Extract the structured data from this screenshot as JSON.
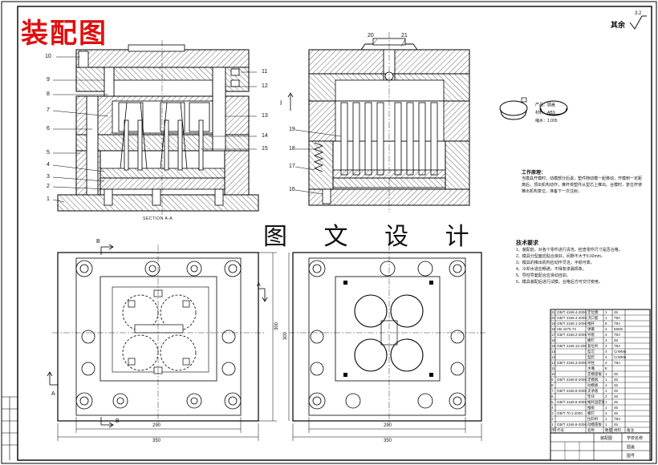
{
  "title_red": "装配图",
  "design_stamp": "图 文 设 计",
  "roughness": {
    "label": "其余",
    "value": "3.2"
  },
  "section_label": "SECTION A-A",
  "part_numbers": [
    "1",
    "2",
    "3",
    "4",
    "5",
    "6",
    "7",
    "8",
    "9",
    "10",
    "11",
    "12",
    "13",
    "14",
    "15",
    "16",
    "17",
    "18",
    "19",
    "20",
    "21"
  ],
  "section_markers": {
    "A": "A",
    "B": "B",
    "I": "I"
  },
  "dimensions": {
    "width_290": "290",
    "width_350": "350",
    "height_300": "300"
  },
  "product_info": [
    {
      "label": "产品：",
      "value": "圆盖"
    },
    {
      "label": "材料：",
      "value": "ABS"
    },
    {
      "label": "缩水：",
      "value": "1.005"
    }
  ],
  "work_principle": {
    "title": "工作原理：",
    "text": "当模具开模时，动模部分后退，塑件随动模一起移动，开模到一定距离后，顶出机构动作，推杆将塑件从型芯上推出。合模时，复位杆使推出机构复位，准备下一次注射。"
  },
  "tech_requirements": {
    "title": "技术要求",
    "items": [
      "1、装配前，对各个零件进行清洗，检查零件尺寸是否合格。",
      "2、模具分型面应贴合良好，间隙不大于0.02mm。",
      "3、模具的推出机构应动作灵活，平稳可靠。",
      "4、冷却水道应畅通，不得有渗漏现象。",
      "5、导柱导套配合应滑动自如。",
      "6、模具装配后进行试模，合格后方可交付使用。"
    ]
  },
  "bom_rows": [
    {
      "no": "21",
      "std": "GB/T 4169.4-2006",
      "name": "定位圈",
      "qty": "1",
      "mat": "45",
      "note": ""
    },
    {
      "no": "20",
      "std": "GB/T 4169.4-2006",
      "name": "浇口套",
      "qty": "1",
      "mat": "T8A",
      "note": ""
    },
    {
      "no": "19",
      "std": "GB/T 4169.1-2006",
      "name": "推杆",
      "qty": "8",
      "mat": "T8A",
      "note": ""
    },
    {
      "no": "18",
      "std": "HB 4275-72",
      "name": "弹簧",
      "qty": "4",
      "mat": "65Mn",
      "note": ""
    },
    {
      "no": "17",
      "std": "GB/T 4169.2-2006",
      "name": "导套",
      "qty": "4",
      "mat": "T8A",
      "note": ""
    },
    {
      "no": "16",
      "std": "",
      "name": "螺钉",
      "qty": "4",
      "mat": "45",
      "note": ""
    },
    {
      "no": "15",
      "std": "GB/T 4169.13-2006",
      "name": "复位杆",
      "qty": "4",
      "mat": "T8A",
      "note": ""
    },
    {
      "no": "14",
      "std": "",
      "name": "型芯",
      "qty": "4",
      "mat": "CrWMn",
      "note": ""
    },
    {
      "no": "13",
      "std": "",
      "name": "型腔",
      "qty": "4",
      "mat": "CrWMn",
      "note": ""
    },
    {
      "no": "12",
      "std": "GB/T 4169.3-2006",
      "name": "导柱",
      "qty": "4",
      "mat": "T8A",
      "note": ""
    },
    {
      "no": "11",
      "std": "",
      "name": "水嘴",
      "qty": "8",
      "mat": "",
      "note": ""
    },
    {
      "no": "10",
      "std": "",
      "name": "定模座板",
      "qty": "1",
      "mat": "45",
      "note": ""
    },
    {
      "no": "9",
      "std": "GB/T 4169.8-2006",
      "name": "定模板",
      "qty": "1",
      "mat": "45",
      "note": ""
    },
    {
      "no": "8",
      "std": "",
      "name": "动模板",
      "qty": "1",
      "mat": "45",
      "note": ""
    },
    {
      "no": "7",
      "std": "GB/T 4169.8-2006",
      "name": "支承板",
      "qty": "1",
      "mat": "45",
      "note": ""
    },
    {
      "no": "6",
      "std": "",
      "name": "垫块",
      "qty": "2",
      "mat": "45",
      "note": ""
    },
    {
      "no": "5",
      "std": "GB/T 4169.8-2006",
      "name": "推杆固定板",
      "qty": "1",
      "mat": "45",
      "note": ""
    },
    {
      "no": "4",
      "std": "",
      "name": "推板",
      "qty": "1",
      "mat": "45",
      "note": ""
    },
    {
      "no": "3",
      "std": "GB/T 70.1-2000",
      "name": "螺钉",
      "qty": "4",
      "mat": "45",
      "note": ""
    },
    {
      "no": "2",
      "std": "",
      "name": "拉料杆",
      "qty": "1",
      "mat": "T8A",
      "note": ""
    },
    {
      "no": "1",
      "std": "GB/T 4169.8-2006",
      "name": "动模座板",
      "qty": "1",
      "mat": "45",
      "note": ""
    }
  ],
  "bom_header": {
    "no": "序号",
    "std": "代号",
    "name": "名称",
    "qty": "数量",
    "mat": "材料",
    "note": "备注"
  },
  "title_block": {
    "drawing_name": "装配图",
    "school": "学校名称",
    "product": "圆盖",
    "code": "图号"
  }
}
